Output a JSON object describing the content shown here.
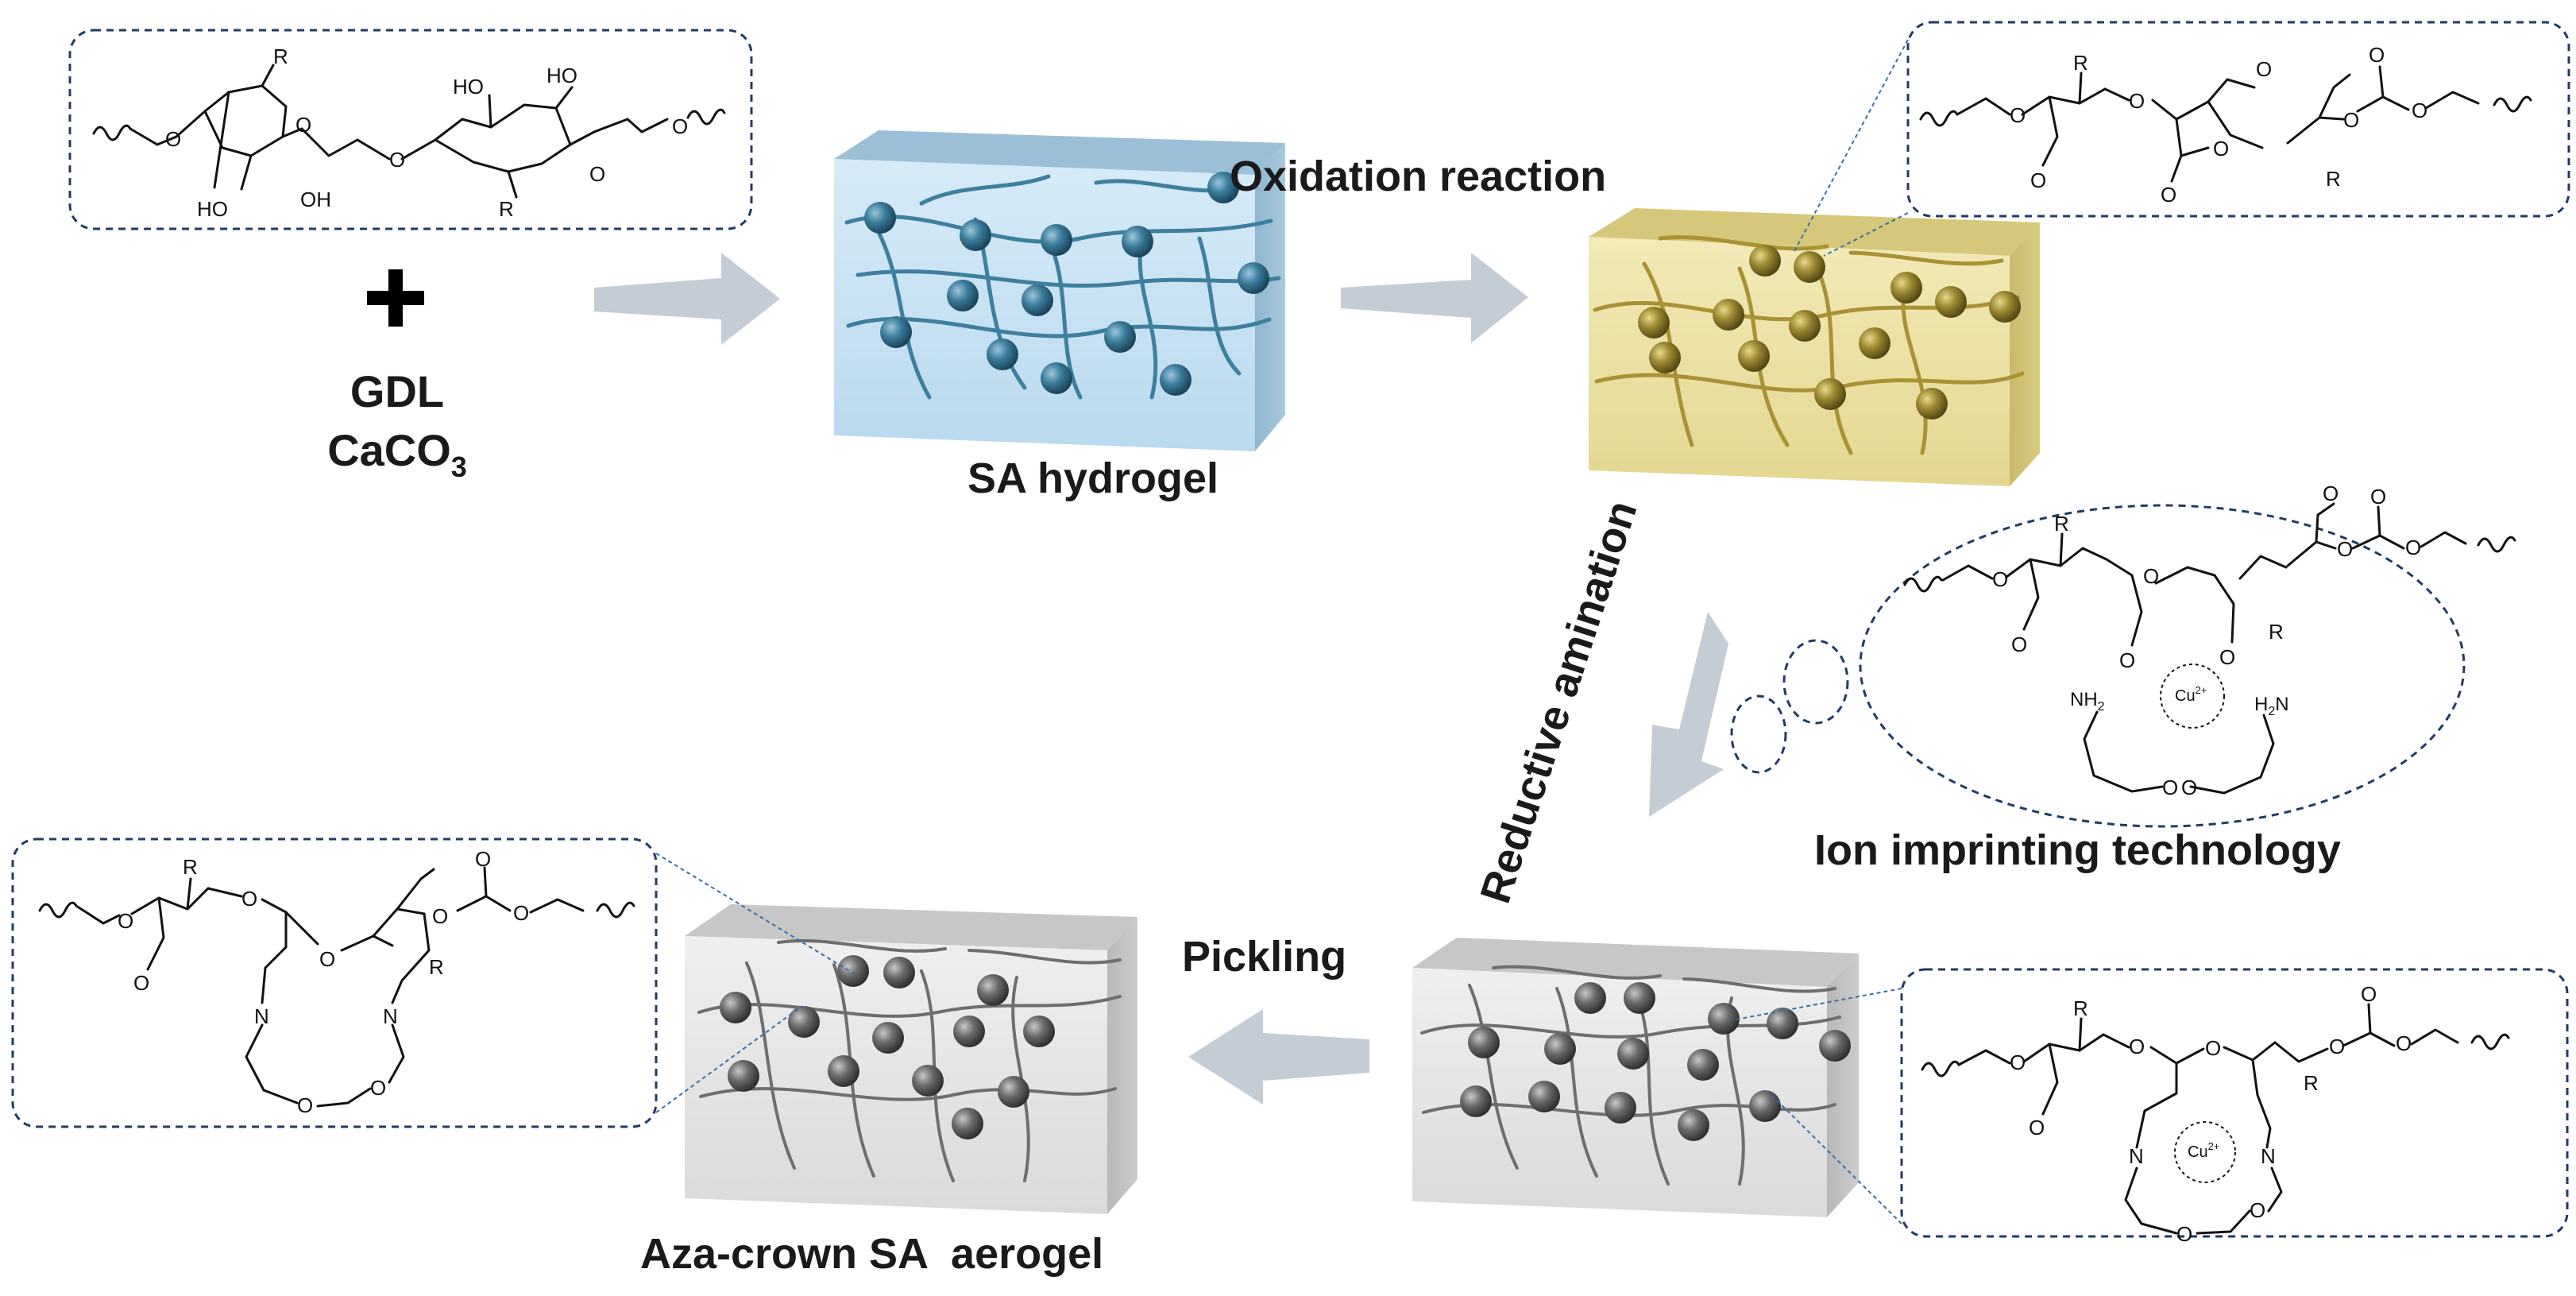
{
  "labels": {
    "reagent_1": "GDL",
    "reagent_2_base": "CaCO",
    "reagent_2_sub": "3",
    "sa_hydrogel": "SA hydrogel",
    "oxidation": "Oxidation reaction",
    "reductive": "Reductive amination",
    "ion_imprinting": "Ion imprinting technology",
    "pickling": "Pickling",
    "aerogel": "Aza-crown SA  aerogel"
  },
  "structure_text": {
    "R": "R",
    "HO": "HO",
    "OH": "OH",
    "O": "O",
    "N": "N",
    "NH2": "NH",
    "H2N": "H",
    "sub2": "2",
    "N_suffix": "N",
    "cu": "Cu",
    "cu_charge": "2+"
  },
  "icons": [
    "plus-icon",
    "arrow-right-icon",
    "arrow-down-icon",
    "arrow-left-icon",
    "thought-bubble-icon"
  ],
  "colors": {
    "hydrogel_face": "#c6e1f2",
    "hydrogel_bead": "#2f6f8e",
    "oxidized_face": "#e9df9f",
    "oxidized_bead": "#8c7a26",
    "aerogel_face": "#e4e4e4",
    "aerogel_bead": "#5a5a5a",
    "arrow": "#c4ccd6",
    "dash_border": "#1f3b63"
  }
}
